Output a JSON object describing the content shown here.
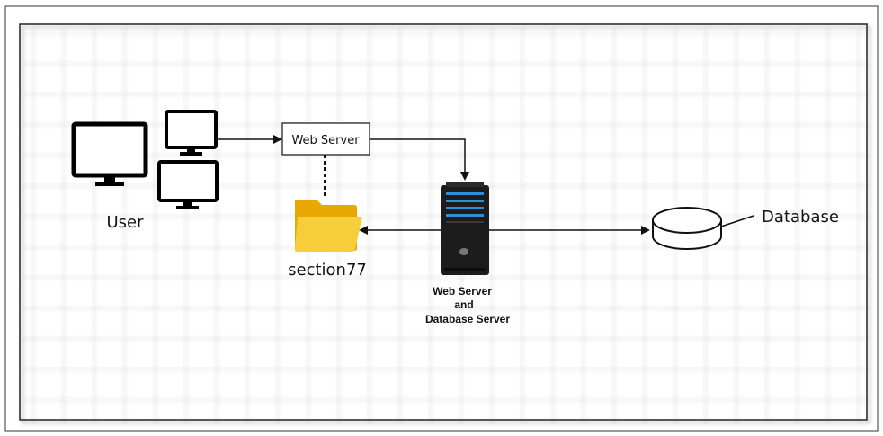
{
  "nodes": {
    "user": {
      "label": "User"
    },
    "web_server_box": {
      "label": "Web Server"
    },
    "folder": {
      "label": "section77"
    },
    "server": {
      "label_lines": [
        "Web Server",
        "and",
        "Database Server"
      ]
    },
    "database": {
      "label": "Database"
    }
  },
  "colors": {
    "frame_border": "#222222",
    "line": "#111111",
    "folder_back": "#e8a800",
    "folder_front": "#f6cd3a",
    "server_body": "#1c1c1c",
    "server_stripe": "#2f8fd6"
  }
}
